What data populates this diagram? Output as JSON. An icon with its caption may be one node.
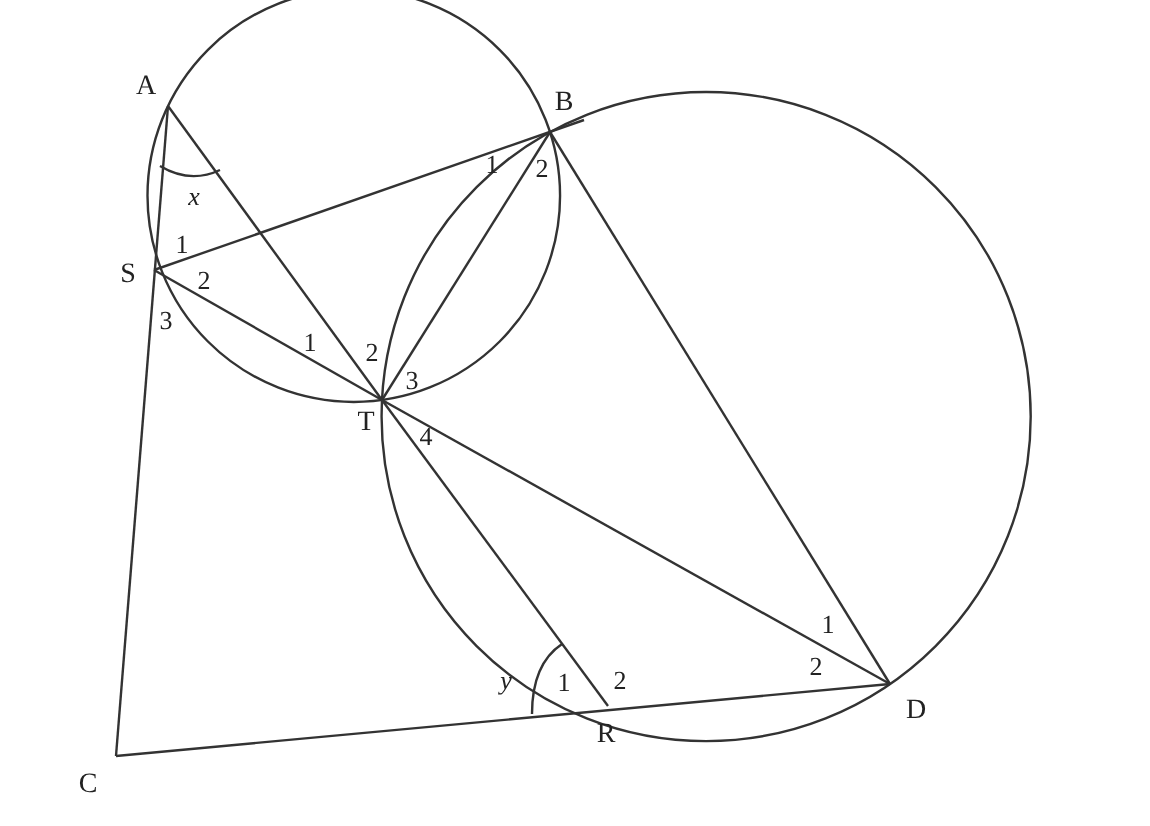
{
  "diagram": {
    "labels": [
      "A",
      "B",
      "x",
      "1",
      "2",
      "S",
      "1",
      "2",
      "3",
      "1",
      "2",
      "3",
      "T",
      "4",
      "1",
      "2",
      "y",
      "1",
      "2",
      "D",
      "R",
      "C"
    ]
  }
}
